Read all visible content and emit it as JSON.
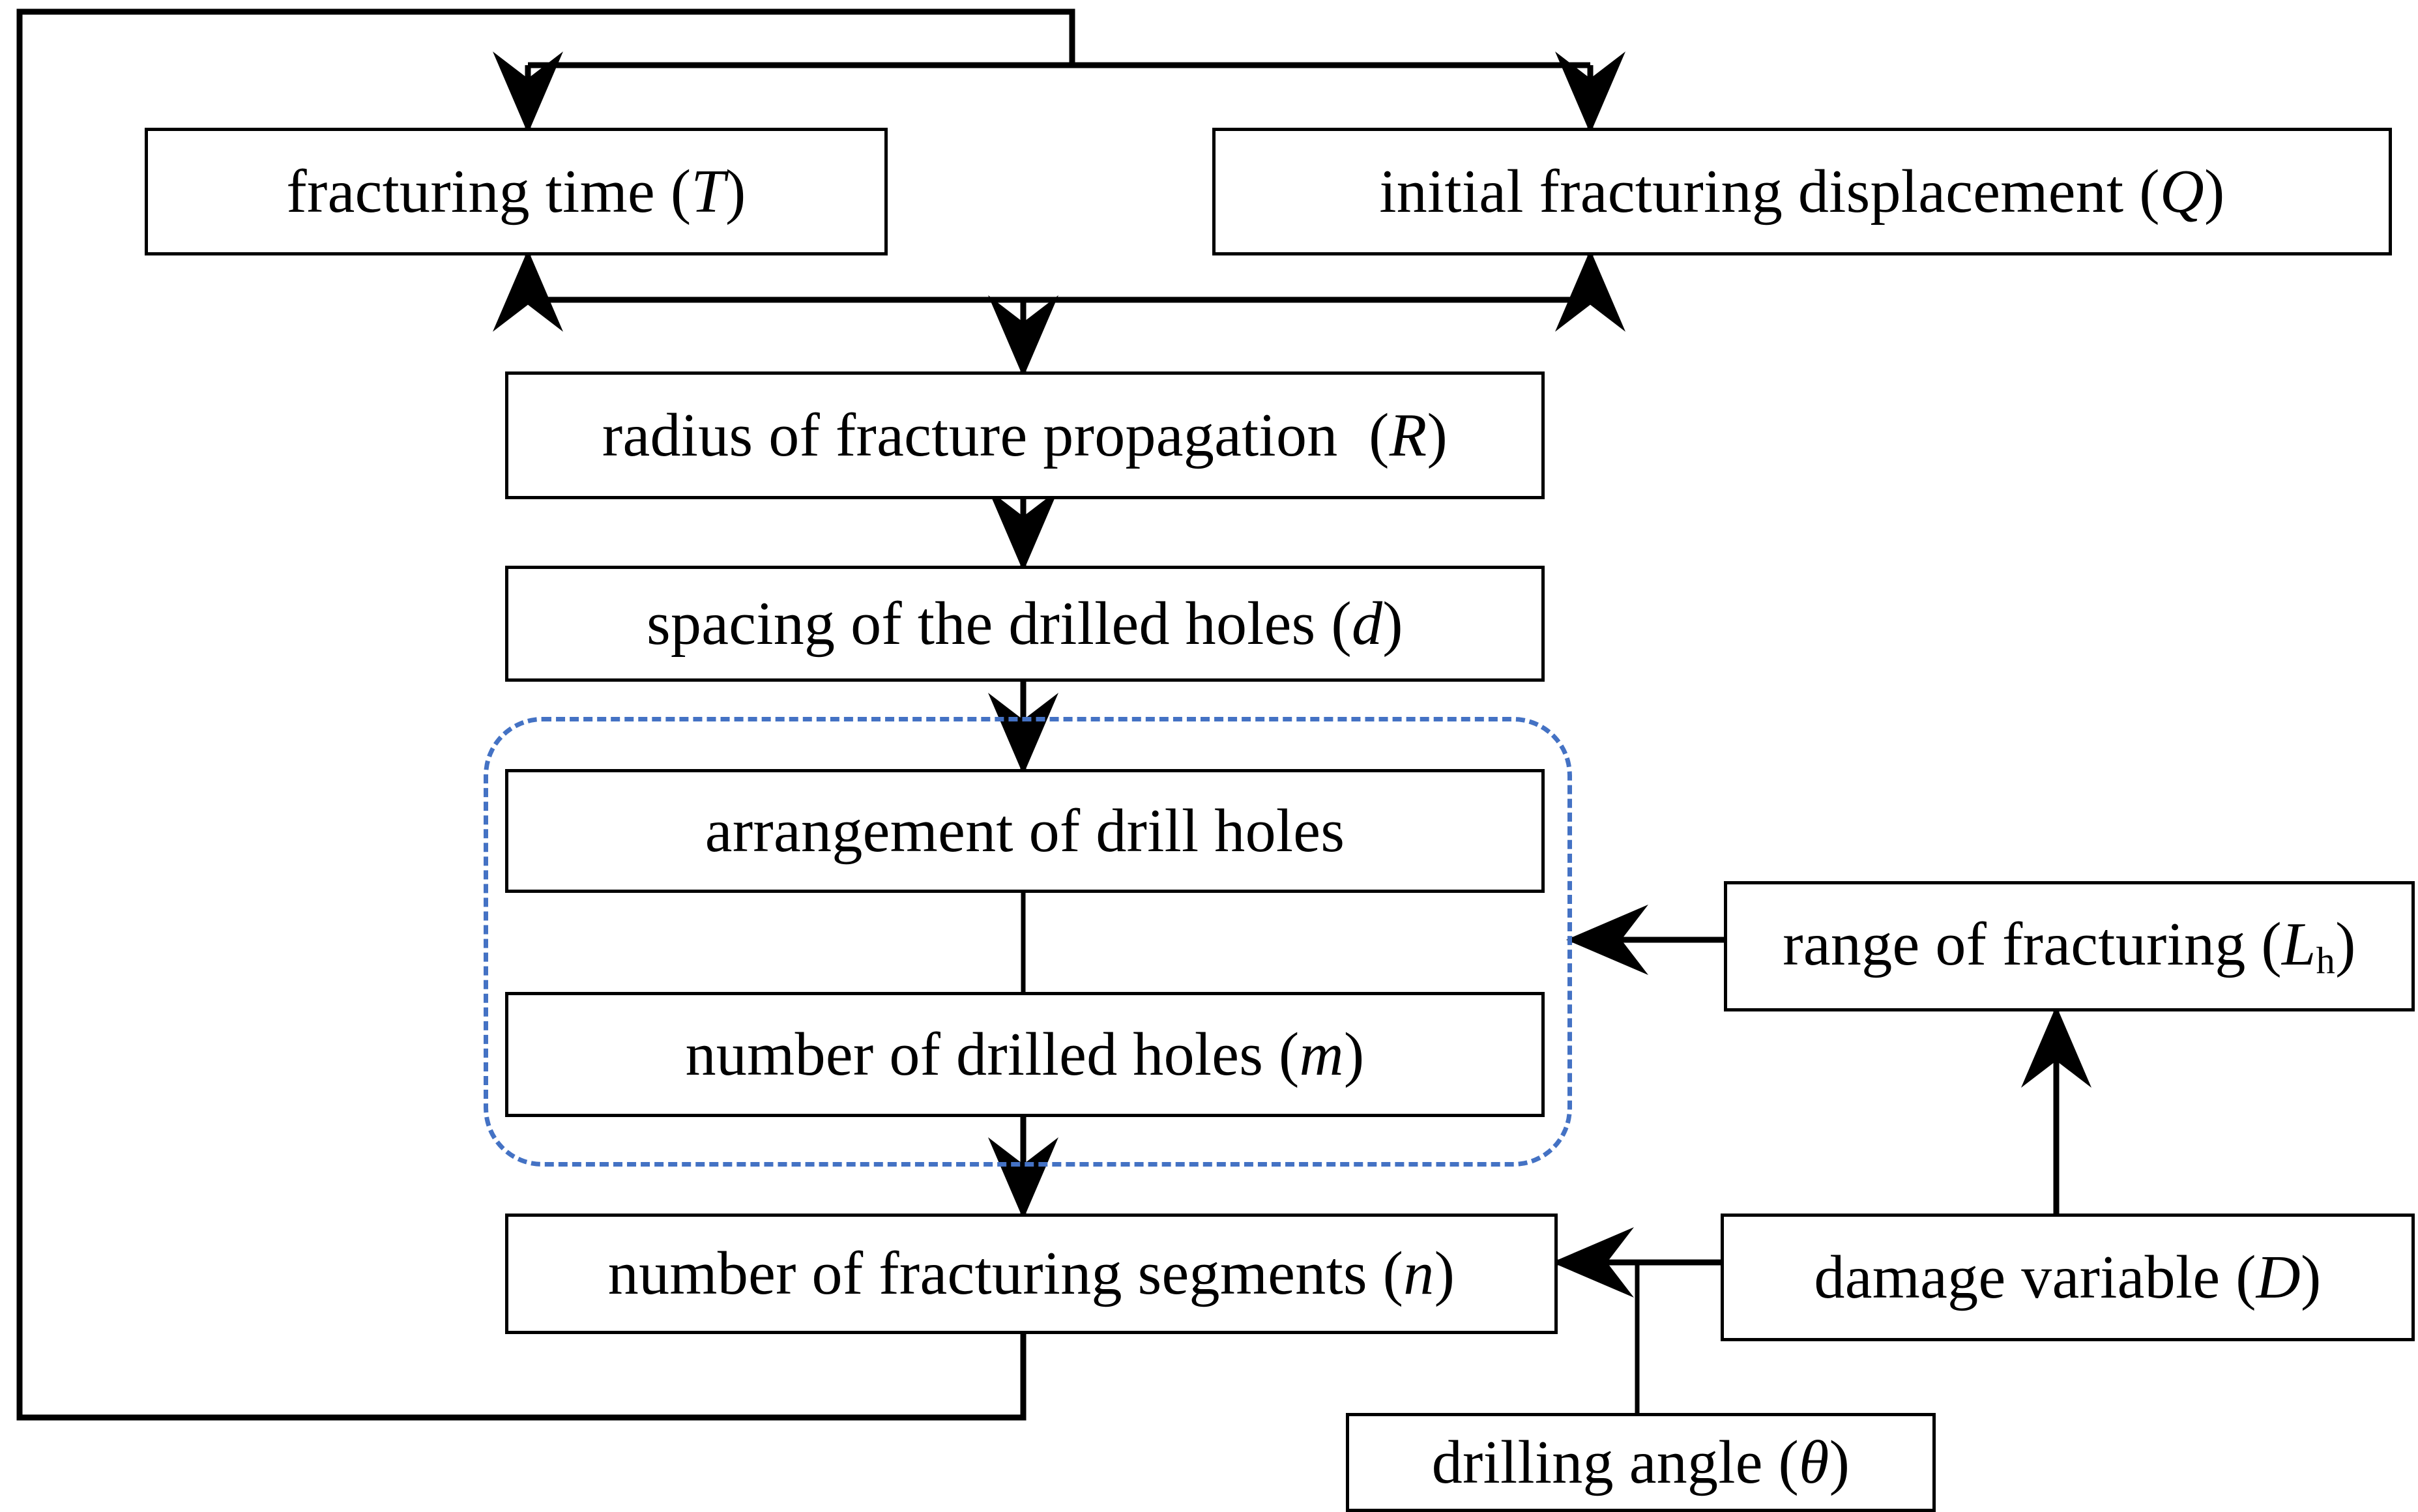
{
  "diagram": {
    "title": "flowchart of fracturing design parameters",
    "accent_color": "#4472C4",
    "line_color": "#000000",
    "background": "#ffffff",
    "nodes": [
      {
        "id": "fracturing-time",
        "label": "fracturing time (T)",
        "text": "fracturing time (",
        "symbol": "T",
        "suffix": ")"
      },
      {
        "id": "initial-displacement",
        "label": "initial fracturing displacement (Q)",
        "text": "initial fracturing displacement (",
        "symbol": "Q",
        "suffix": ")"
      },
      {
        "id": "radius-propagation",
        "label": "radius of fracture propagation  (R)",
        "text": "radius of fracture propagation  (",
        "symbol": "R",
        "suffix": ")"
      },
      {
        "id": "spacing-drilled-holes",
        "label": "spacing of the drilled holes (d)",
        "text": "spacing of the drilled holes (",
        "symbol": "d",
        "suffix": ")"
      },
      {
        "id": "arrangement-drill-holes",
        "label": "arrangement of drill holes",
        "text": "arrangement of drill holes",
        "symbol": "",
        "suffix": ""
      },
      {
        "id": "number-drilled-holes",
        "label": "number of drilled holes (m)",
        "text": "number of drilled holes (",
        "symbol": "m",
        "suffix": ")"
      },
      {
        "id": "number-fracturing-segments",
        "label": "number of fracturing segments (n)",
        "text": "number of fracturing segments (",
        "symbol": "n",
        "suffix": ")"
      },
      {
        "id": "range-of-fracturing",
        "label": "range of fracturing (Lh)",
        "text": "range of fracturing (",
        "symbol": "L",
        "sub": "h",
        "suffix": ")"
      },
      {
        "id": "damage-variable",
        "label": "damage variable (D)",
        "text": "damage variable (",
        "symbol": "D",
        "suffix": ")"
      },
      {
        "id": "drilling-angle",
        "label": "drilling angle (θ)",
        "text": "drilling angle (",
        "symbol": "θ",
        "suffix": ")"
      }
    ],
    "group": {
      "id": "drill-hole-design-group",
      "label": "",
      "style": "dash-dot",
      "color": "#4472C4"
    },
    "edges": [
      {
        "from": "number-fracturing-segments",
        "to": "fracturing-time",
        "kind": "feedback-loop"
      },
      {
        "from": "number-fracturing-segments",
        "to": "initial-displacement",
        "kind": "feedback-loop"
      },
      {
        "from": "fracturing-time",
        "to": "radius-propagation",
        "kind": "merge"
      },
      {
        "from": "initial-displacement",
        "to": "radius-propagation",
        "kind": "merge"
      },
      {
        "from": "radius-propagation",
        "to": "spacing-drilled-holes",
        "kind": "direct"
      },
      {
        "from": "spacing-drilled-holes",
        "to": "arrangement-drill-holes",
        "kind": "direct"
      },
      {
        "from": "arrangement-drill-holes",
        "to": "number-drilled-holes",
        "kind": "plain"
      },
      {
        "from": "number-drilled-holes",
        "to": "number-fracturing-segments",
        "kind": "direct"
      },
      {
        "from": "range-of-fracturing",
        "to": "drill-hole-design-group",
        "kind": "direct"
      },
      {
        "from": "damage-variable",
        "to": "range-of-fracturing",
        "kind": "direct"
      },
      {
        "from": "damage-variable",
        "to": "number-fracturing-segments",
        "kind": "direct"
      },
      {
        "from": "drilling-angle",
        "to": "number-fracturing-segments",
        "kind": "plain"
      }
    ]
  }
}
